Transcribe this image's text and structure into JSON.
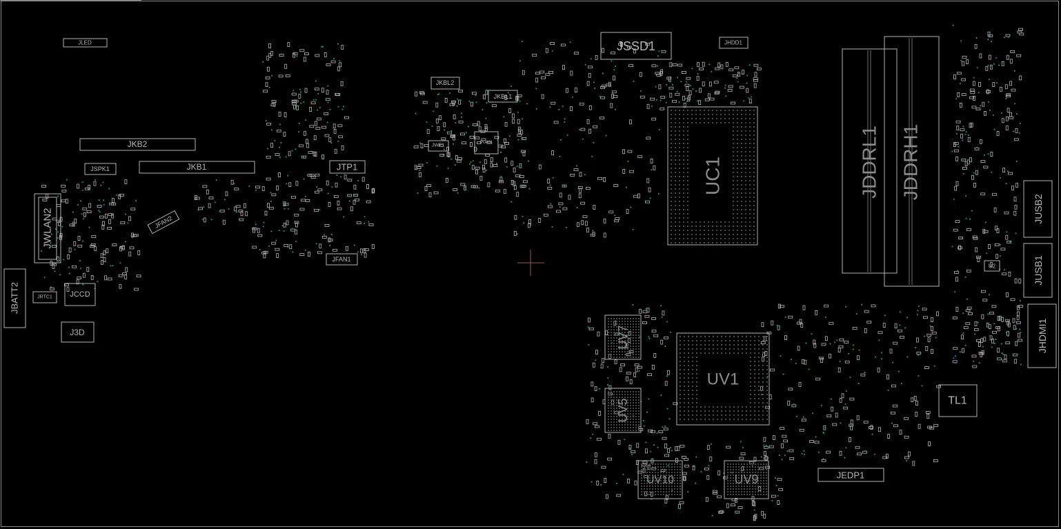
{
  "colors": {
    "background": "#000000",
    "outline": "#b4b4b4",
    "label": "#b4b4b4",
    "testpoint": "#1f8a7a",
    "cursor": "#a0525a"
  },
  "components": {
    "jled": "JLED",
    "jkb2": "JKB2",
    "jkb1": "JKB1",
    "jspk1": "JSPK1",
    "jwlan2": "JWLAN2",
    "jfan2": "JFAN2",
    "jtp1": "JTP1",
    "jfan1": "JFAN1",
    "jbatt2": "JBATT2",
    "jrtc1": "JRTC1",
    "jccd": "JCCD",
    "j3d": "J3D",
    "jkbl2": "JKBL2",
    "jkbl1": "JKBL1",
    "jwf1": "JWF1",
    "pu401": "PU401",
    "jssd1": "JSSD1",
    "jhdd1": "JHDD1",
    "uc1": "UC1",
    "jddrl1": "JDDRL1",
    "jddrh1": "JDDRH1",
    "jusb2": "JUSB2",
    "jusb1": "JUSB1",
    "jhdmi1": "JHDMI1",
    "u2": "U2",
    "uv7": "UV7",
    "uv5": "UV5",
    "uv1": "UV1",
    "uv10": "UV10",
    "uv9": "UV9",
    "jedp1": "JEDP1",
    "tl1": "TL1"
  }
}
